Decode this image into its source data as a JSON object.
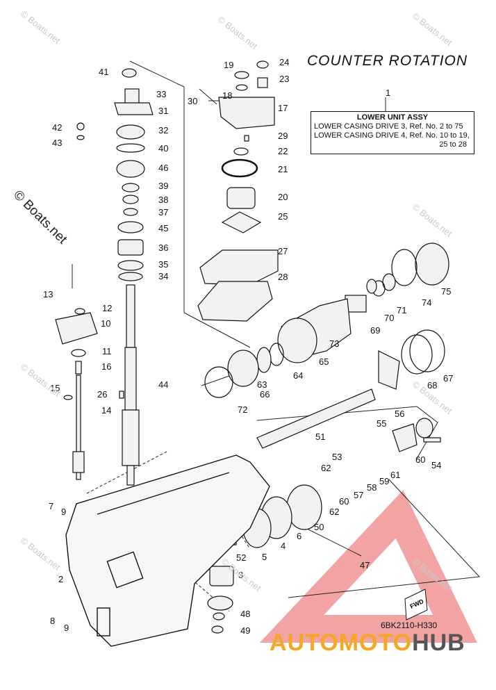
{
  "title": "COUNTER ROTATION",
  "assembly": {
    "ref": "1",
    "header": "LOWER UNIT ASSY",
    "line1": "LOWER CASING DRIVE 3, Ref. No. 2 to 75",
    "line2": "LOWER CASING DRIVE 4, Ref. No. 10 to 19,",
    "line3": "25 to 28"
  },
  "diagram_code": "6BK2110-H330",
  "watermark": "© Boats.net",
  "logo": {
    "part1": "AUTOMOTO",
    "part2": "HUB",
    "color1": "#f5a623",
    "color2": "#555555",
    "triangle_color": "#e23b3b"
  },
  "callouts": [
    "2",
    "3",
    "4",
    "5",
    "6",
    "7",
    "8",
    "9",
    "9",
    "10",
    "11",
    "12",
    "13",
    "14",
    "15",
    "16",
    "17",
    "18",
    "19",
    "20",
    "21",
    "22",
    "23",
    "24",
    "25",
    "26",
    "27",
    "28",
    "29",
    "30",
    "31",
    "32",
    "33",
    "34",
    "35",
    "36",
    "37",
    "38",
    "39",
    "40",
    "41",
    "42",
    "43",
    "44",
    "45",
    "46",
    "47",
    "48",
    "49",
    "50",
    "51",
    "52",
    "53",
    "54",
    "55",
    "56",
    "57",
    "58",
    "59",
    "60",
    "60",
    "61",
    "62",
    "62",
    "63",
    "64",
    "65",
    "66",
    "67",
    "68",
    "69",
    "70",
    "71",
    "72",
    "73",
    "74",
    "75"
  ],
  "fwd_label": "FWD"
}
